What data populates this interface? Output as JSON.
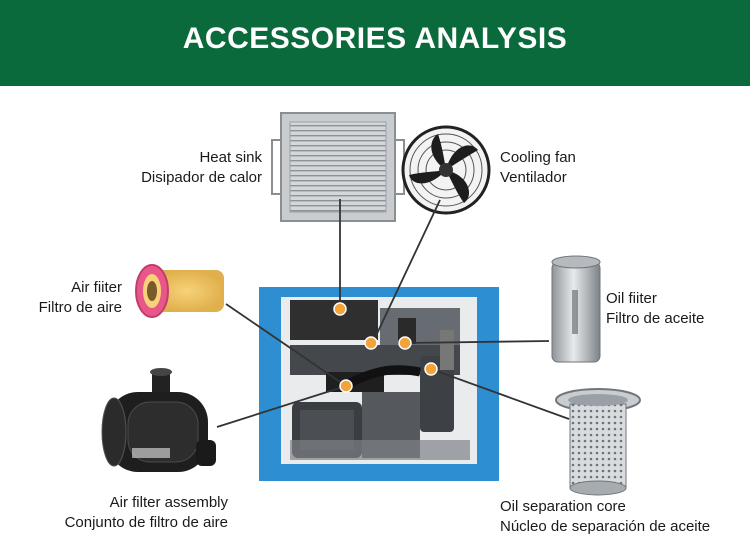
{
  "header": {
    "title": "ACCESSORIES ANALYSIS"
  },
  "colors": {
    "banner": "#0b6a3c",
    "marker": "#f2a33a",
    "frame": "#2d8fd2",
    "leader": "#333333"
  },
  "parts": [
    {
      "id": "heat-sink",
      "en": "Heat sink",
      "es": "Disipador de calor"
    },
    {
      "id": "cooling-fan",
      "en": "Cooling fan",
      "es": "Ventilador"
    },
    {
      "id": "air-filter",
      "en": "Air fiiter",
      "es": "Filtro de aire"
    },
    {
      "id": "oil-filter",
      "en": "Oil fiiter",
      "es": "Filtro de aceite"
    },
    {
      "id": "air-filter-assembly",
      "en": "Air filter assembly",
      "es": "Conjunto de filtro de aire"
    },
    {
      "id": "oil-separation-core",
      "en": "Oil separation core",
      "es": "Núcleo de separación de aceite"
    }
  ]
}
